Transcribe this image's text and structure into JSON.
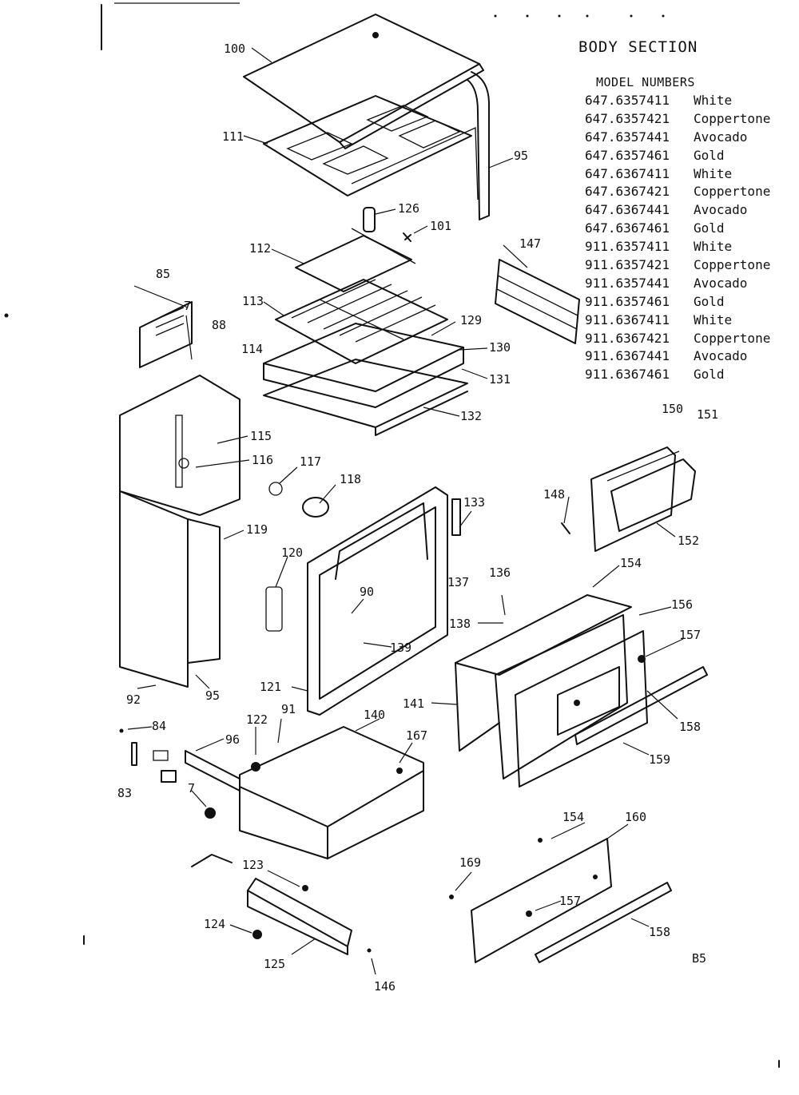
{
  "section_title": "BODY SECTION",
  "models": {
    "header": "MODEL NUMBERS",
    "rows": [
      {
        "number": "647.6357411",
        "color": "White"
      },
      {
        "number": "647.6357421",
        "color": "Coppertone"
      },
      {
        "number": "647.6357441",
        "color": "Avocado"
      },
      {
        "number": "647.6357461",
        "color": "Gold"
      },
      {
        "number": "647.6367411",
        "color": "White"
      },
      {
        "number": "647.6367421",
        "color": "Coppertone"
      },
      {
        "number": "647.6367441",
        "color": "Avocado"
      },
      {
        "number": "647.6367461",
        "color": "Gold"
      },
      {
        "number": "911.6357411",
        "color": "White"
      },
      {
        "number": "911.6357421",
        "color": "Coppertone"
      },
      {
        "number": "911.6357441",
        "color": "Avocado"
      },
      {
        "number": "911.6357461",
        "color": "Gold"
      },
      {
        "number": "911.6367411",
        "color": "White"
      },
      {
        "number": "911.6367421",
        "color": "Coppertone"
      },
      {
        "number": "911.6367441",
        "color": "Avocado"
      },
      {
        "number": "911.6367461",
        "color": "Gold"
      }
    ]
  },
  "callouts": [
    "100",
    "111",
    "95",
    "126",
    "101",
    "112",
    "147",
    "85",
    "7",
    "88",
    "113",
    "114",
    "129",
    "130",
    "131",
    "132",
    "115",
    "116",
    "117",
    "118",
    "119",
    "120",
    "90",
    "133",
    "137",
    "148",
    "150",
    "151",
    "152",
    "154",
    "156",
    "157",
    "136",
    "138",
    "139",
    "92",
    "95",
    "121",
    "141",
    "158",
    "159",
    "84",
    "83",
    "96",
    "122",
    "91",
    "140",
    "167",
    "7",
    "123",
    "124",
    "125",
    "146",
    "169",
    "154",
    "160",
    "157",
    "158"
  ],
  "page_code": "B5"
}
